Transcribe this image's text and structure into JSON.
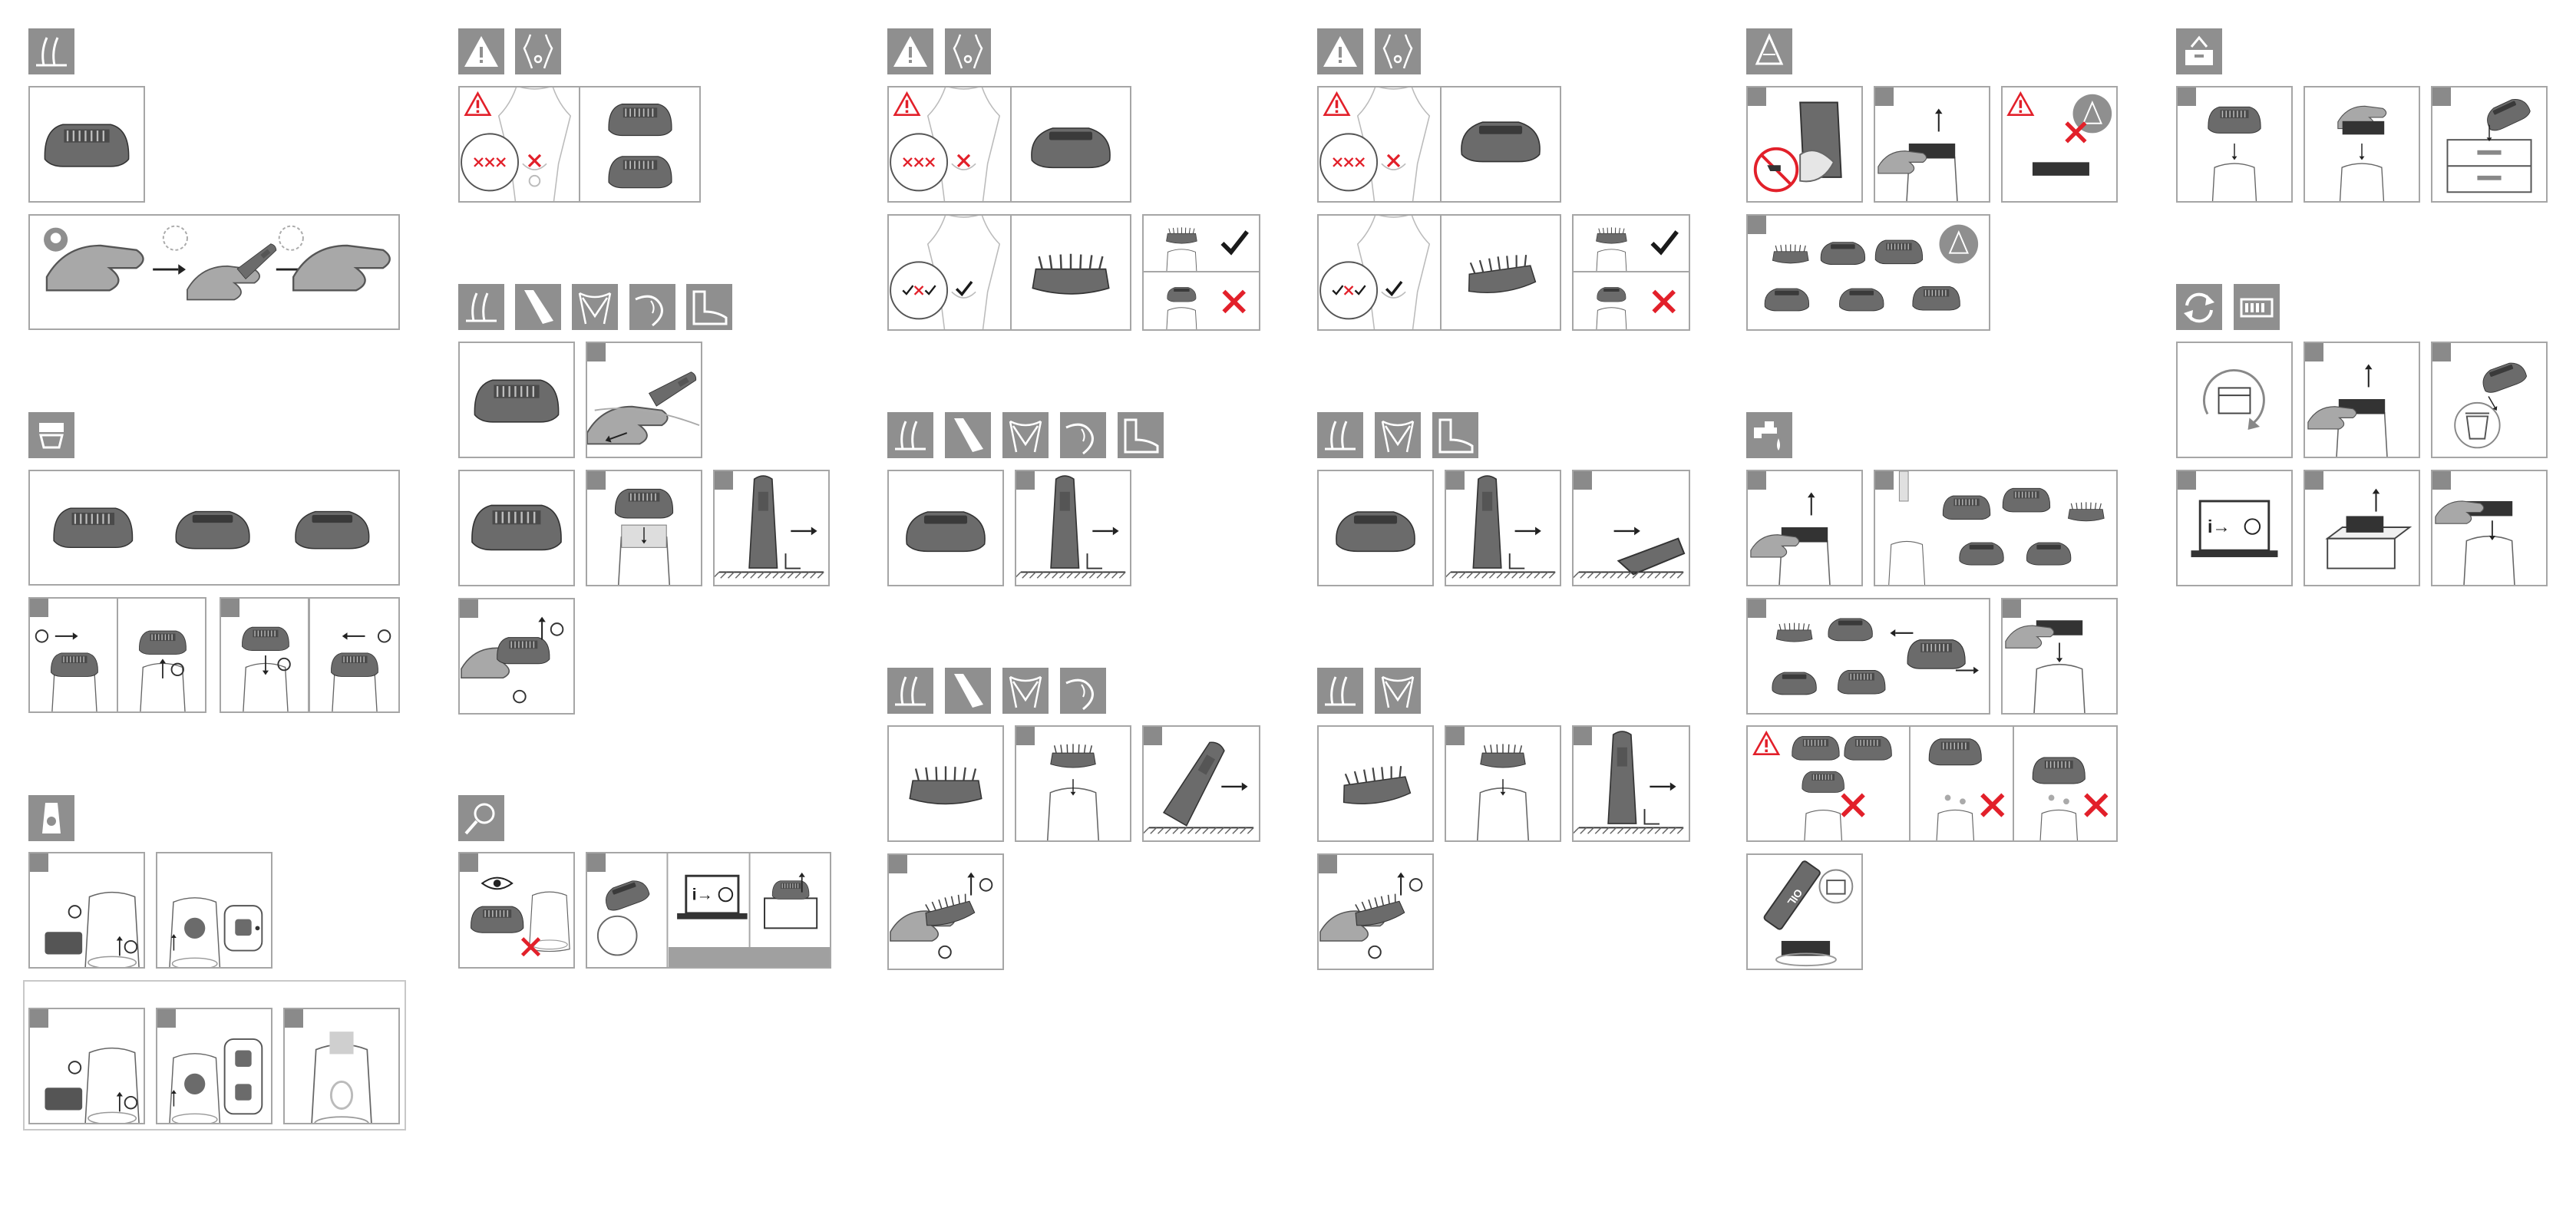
{
  "document": {
    "type": "instruction-pictograms",
    "columns": 6
  },
  "colors": {
    "icon_bg": "#8f8f8f",
    "panel_border": "#a6a6a6",
    "device_grey": "#6b6b6b",
    "warning_red": "#e2202a",
    "check_black": "#1a1a1a"
  },
  "icons": {
    "col1": [
      "hair-icon",
      "attachment-icon",
      "power-button-icon"
    ],
    "col2": [
      "warning-icon",
      "body-icon",
      "hair-icon",
      "leg-icon",
      "bikini-icon",
      "underarm-icon",
      "foot-icon",
      "magnifier-icon"
    ],
    "col3": [
      "warning-icon",
      "body-icon",
      "hair-icon",
      "leg-icon",
      "bikini-icon",
      "underarm-icon",
      "foot-icon",
      "hair-icon",
      "leg-icon",
      "bikini-icon",
      "underarm-icon"
    ],
    "col4": [
      "warning-icon",
      "body-icon",
      "hair-icon",
      "bikini-icon",
      "foot-icon",
      "hair-icon",
      "bikini-icon"
    ],
    "col5": [
      "cleaning-cloth-icon",
      "water-tap-icon"
    ],
    "col6": [
      "storage-box-icon",
      "replace-icon",
      "battery-icon"
    ]
  },
  "labels": {
    "oil_tube": "OIL",
    "info_web": "i→"
  }
}
